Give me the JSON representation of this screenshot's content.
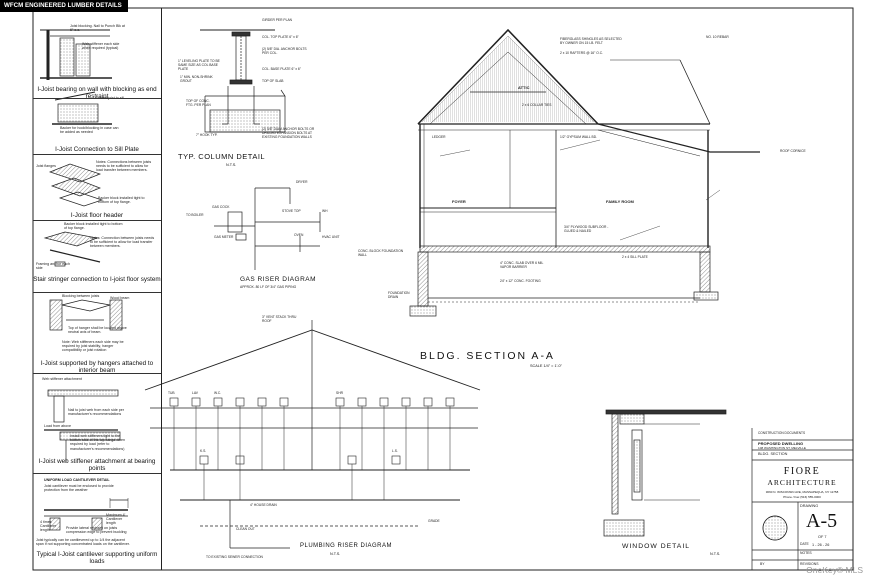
{
  "sheet": {
    "left_panel_heading": "WFCM ENGINEERED LUMBER DETAILS",
    "details": [
      {
        "title": "I-Joist bearing on wall with blocking as end restraint",
        "notes": [
          "Joist blocking. Nail to Punch Blk at 6\" o.c.",
          "Web stiffener each side when required (typical)"
        ]
      },
      {
        "title": "I-Joist Connection to Sill Plate",
        "notes": [
          "Toenail joist to sill",
          "Backer for hook/blocking in case can be added as needed"
        ]
      },
      {
        "title": "I-Joist floor header",
        "notes": [
          "Joist flanges",
          "Notes: Connections between joists needs to be sufficient to allow for load transfer between members.",
          "Backer block installed tight to bottom of top flange."
        ]
      },
      {
        "title": "Stair stringer connection to I-joist floor system",
        "notes": [
          "Backer block installed tight to bottom of top flange.",
          "Notes: Connection between joists needs to be sufficient to allow for load transfer between members.",
          "Framing anchor each side"
        ]
      },
      {
        "title": "I-Joist supported by hangers attached to interior beam",
        "notes": [
          "Blocking between joists",
          "Wood beam",
          "Top of hanger shall be located above neutral axis of beam.",
          "Note: Web stiffeners each side may be required by joist stability, hanger compatibility or joist rotation"
        ]
      },
      {
        "title": "I-Joist web stiffener attachment at bearing points",
        "notes": [
          "Web stiffener attachment",
          "Nail to joist web from each side per manufacturer's recommendations",
          "Load from above",
          "Install web stiffeners tight to the bottom side of the top flange when required by load (refer to manufacturer's recommendations)"
        ]
      },
      {
        "title": "Typical I-Joist cantilever supporting uniform loads",
        "notes": [
          "UNIFORM LOAD CANTILEVER DETAIL",
          "Joist cantilever must be enclosed to provide protection from the weather",
          "Maximum 4' Cantilever length",
          "4 times Cantilever length",
          "Provide lateral restraint on joists compression edge to prevent buckling",
          "Joist typically can be cantilevered up to 1/4 the adjacent span if not supporting concentrated loads on the cantilever."
        ]
      }
    ],
    "column_detail": {
      "title": "TYP. COLUMN DETAIL",
      "scale": "N.T.S.",
      "labels": [
        "GIRDER PER PLAN",
        "COL. TOP PLATE 6\" x 6\"",
        "(2) 5/8\" DIA. ANCHOR BOLTS PER COL.",
        "COL. BASE PLATE 6\" x 6\"",
        "TOP OF SLAB",
        "1\" LEVELING PLATE TO BE SAME SIZE AS COL BASE PLATE",
        "1\" MIN. NON-SHRINK GROUT",
        "TOP OF CONC. FTG. PER PLAN",
        "(2) 5/8\" DIAM ANCHOR BOLTS OR DRILLED EXPANSION BOLTS AT EXISTING FOUNDATION WALLS",
        "7\" HOOK TYP."
      ]
    },
    "gas_riser": {
      "title": "GAS RISER DIAGRAM",
      "approx": "APPROX. 80 LF OF 3/4\" GAS PIPING",
      "labels": [
        "DRYER",
        "STOVE TOP",
        "WH",
        "OVEN",
        "HVAC UNIT",
        "GAS METER",
        "TO BOILER",
        "GAS COCK"
      ]
    },
    "section": {
      "title": "BLDG. SECTION A-A",
      "scale": "SCALE 1/4\" = 1'-0\"",
      "rooms": [
        "ATTIC",
        "FOYER",
        "FAMILY ROOM"
      ],
      "callouts": [
        "FIBERGLASS SHINGLES AS SELECTED BY OWNER ON 15 LB. FELT",
        "2 x 10 RAFTERS @ 16\" O.C.",
        "NO. 10 REBAR",
        "2 x 6 COLLAR TIES",
        "1/2\" GYPSUM WALL BD.",
        "3/4\" PLYWOOD SUBFLOOR - GLUED & NAILED",
        "CONC. BLOCK FOUNDATION WALL",
        "4\" CONC. SLAB OVER 6 MIL VAPOR BARRIER",
        "24\" x 12\" CONC. FOOTING",
        "FOUNDATION DRAIN",
        "2 x 4 SILL PLATE",
        "LEDGER",
        "ROOF CORNICE"
      ]
    },
    "plumbing_riser": {
      "title": "PLUMBING RISER DIAGRAM",
      "scale": "N.T.S.",
      "labels": [
        "3\" VENT STACK THRU ROOF",
        "TUB",
        "LAV",
        "W.C.",
        "SHR",
        "K.S.",
        "L.S.",
        "4\" HOUSE DRAIN",
        "CLEAN OUT",
        "TO EXISTING SEWER CONNECTION",
        "GRADE"
      ]
    },
    "window_detail": {
      "title": "WINDOW DETAIL",
      "scale": "N.T.S."
    },
    "title_block": {
      "revisions_label": "CONSTRUCTION DOCUMENTS",
      "project_label": "PROPOSED DWELLING",
      "project_address": "108 WASHINGTON ST, MELVILLE",
      "drawing_title": "BLDG. SECTION",
      "firm": "FIORE",
      "firm_sub": "ARCHITECTURE",
      "firm_address": "3060 N. WISCONSIN AVE, MASSAPEQUA, NY 11758",
      "firm_contact": "Phone / Fax (516) 555-0000",
      "drawing_label": "DRAWING",
      "sheet_number": "A-5",
      "sheet_of": "OF 7",
      "date_label": "DATE",
      "date": "1 - 26 - 26",
      "notes_label": "NOTES",
      "revisions_label_2": "REVISIONS",
      "by_label": "BY"
    },
    "watermark": "OneKey® MLS"
  }
}
